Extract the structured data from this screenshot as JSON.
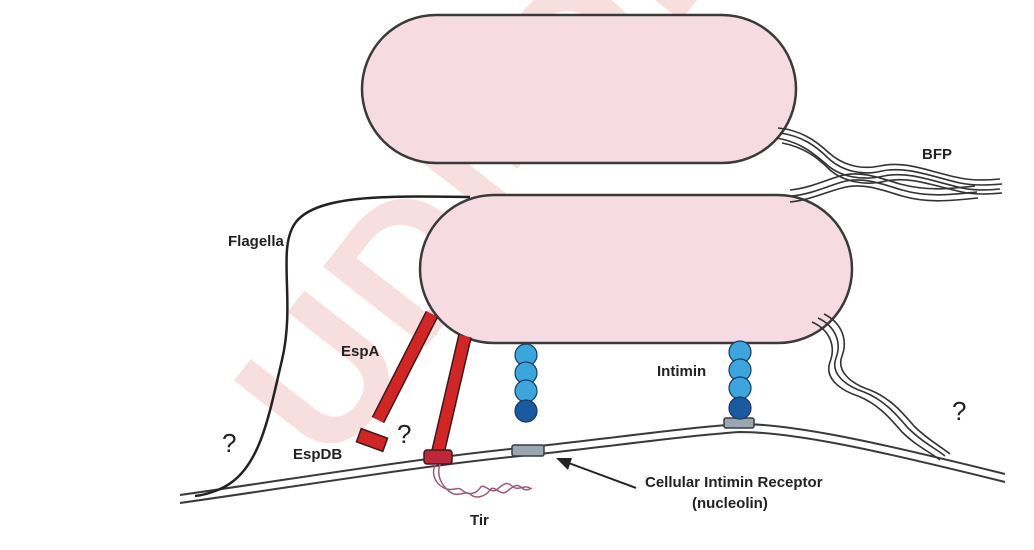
{
  "labels": {
    "bfp": "BFP",
    "flagella": "Flagella",
    "espa": "EspA",
    "intimin": "Intimin",
    "espdb": "EspDB",
    "tir": "Tir",
    "receptor_line1": "Cellular Intimin Receptor",
    "receptor_line2": "(nucleolin)",
    "question_mark": "?"
  },
  "watermark": "UDI-DEG",
  "colors": {
    "bacterium_fill": "#f6dbe2",
    "outline": "#3a3a3a",
    "espa_red": "#d42525",
    "bead_light": "#3aa6dc",
    "bead_dark": "#1a5aa0",
    "tir_coil": "#9a5a7a",
    "watermark": "#f3c6c6"
  },
  "icons": {
    "upper_bacterium": "rod-cell",
    "lower_bacterium": "rod-cell",
    "bfp": "wavy-pili",
    "flagellum": "curved-filament",
    "espa": "red-tube",
    "intimin": "bead-chain",
    "receptor": "membrane-box",
    "tir": "coiled-protein"
  }
}
